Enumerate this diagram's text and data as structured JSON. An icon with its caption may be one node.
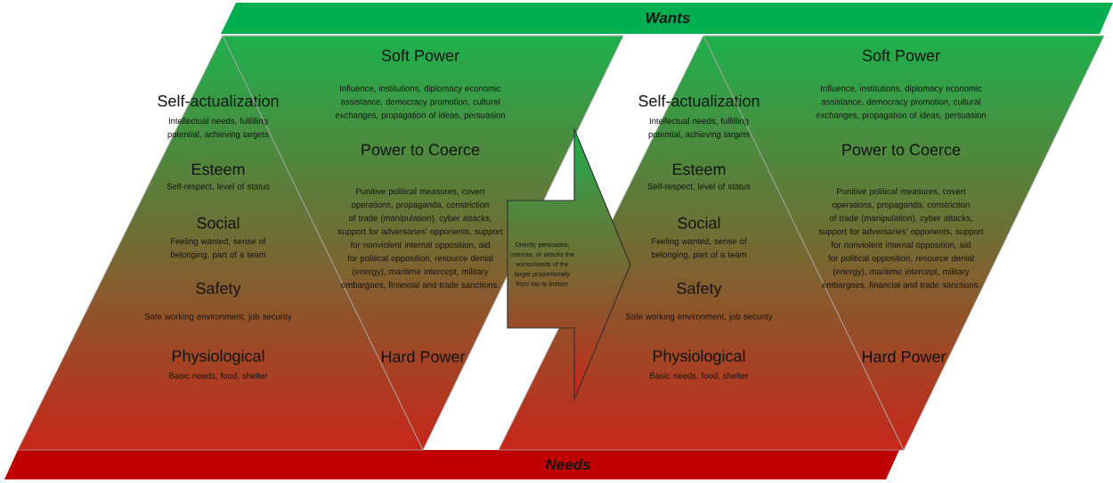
{
  "diagram": {
    "nodes": [
      {
        "text": [
          "Wants"
        ]
      },
      {
        "text": [
          "Needs"
        ]
      },
      {
        "text": [
          "Self-actualization",
          "Intellectual needs, fulfilling potential, achieving targets",
          "Esteem",
          "Self-respect, level of status",
          "Social",
          "Feeling wanted, sense of belonging, part of a team",
          "Safety",
          "Safe working environment, job security",
          "Physiological",
          "Basic needs, food, shelter"
        ]
      },
      {
        "text": [
          "Soft Power",
          "Influence, institutions, diplomacy economic assistance, democracy promotion, cultural exchanges, propagation of ideas, persuasion",
          "Power to Coerce",
          "Punitive political measures, covert operations, propaganda, constriction of trade (manipulation), cyber attacks, support for adversaries’ opponents, support for nonviolent internal opposition, aid for political opposition, resource denial (energy), maritime intercept, military embargoes, financial and trade sanctions.",
          "Hard Power"
        ]
      },
      {
        "text": [
          "Self-actualization",
          "Intellectual needs, fulfilling potential, achieving targets",
          "Esteem",
          "Self-respect, level of status",
          "Social",
          "Feeling wanted, sense of belonging, part of a team",
          "Safety",
          "Safe working environment, job security",
          "Physiological",
          "Basic needs, food, shelter"
        ]
      },
      {
        "text": [
          "Soft Power",
          "Influence, institutions, diplomacy economic assistance, democracy promotion, cultural exchanges, propagation of ideas, persuasion",
          "Power to Coerce",
          "Punitive political measures, covert operations, propaganda, constriction of trade (manipulation), cyber attacks, support for adversaries’ opponents, support for nonviolent internal opposition, aid for political opposition, resource denial (energy), maritime intercept, military embargoes, financial and trade sanctions.",
          "Hard Power"
        ]
      },
      {
        "text": [
          "Directly persuades, coerces, or attacks the wants/needs of the target proportionally from top to bottom"
        ]
      }
    ]
  }
}
